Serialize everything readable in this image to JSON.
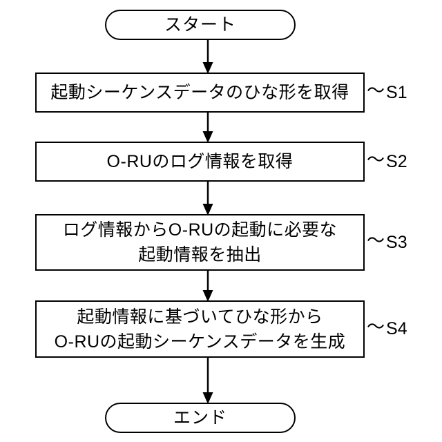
{
  "diagram": {
    "background_color": "#ffffff",
    "line_color": "#000000",
    "nodes": {
      "start": {
        "label": "スタート",
        "shape": "terminal"
      },
      "s1": {
        "label": "起動シーケンスデータのひな形を取得",
        "shape": "process",
        "step": "S1"
      },
      "s2": {
        "label": "O-RUのログ情報を取得",
        "shape": "process",
        "step": "S2"
      },
      "s3": {
        "label": "ログ情報からO-RUの起動に必要な\n起動情報を抽出",
        "shape": "process",
        "step": "S3"
      },
      "s4": {
        "label": "起動情報に基づいてひな形から\nO-RUの起動シーケンスデータを生成",
        "shape": "process",
        "step": "S4"
      },
      "end": {
        "label": "エンド",
        "shape": "terminal"
      }
    },
    "step_labels": {
      "tilde": "～",
      "s1": "S1",
      "s2": "S2",
      "s3": "S3",
      "s4": "S4"
    },
    "connectors": [
      {
        "from": "start",
        "to": "s1",
        "arrow": "down"
      },
      {
        "from": "s1",
        "to": "s2",
        "arrow": "down"
      },
      {
        "from": "s2",
        "to": "s3",
        "arrow": "down"
      },
      {
        "from": "s3",
        "to": "s4",
        "arrow": "down"
      },
      {
        "from": "s4",
        "to": "end",
        "arrow": "down"
      }
    ]
  }
}
